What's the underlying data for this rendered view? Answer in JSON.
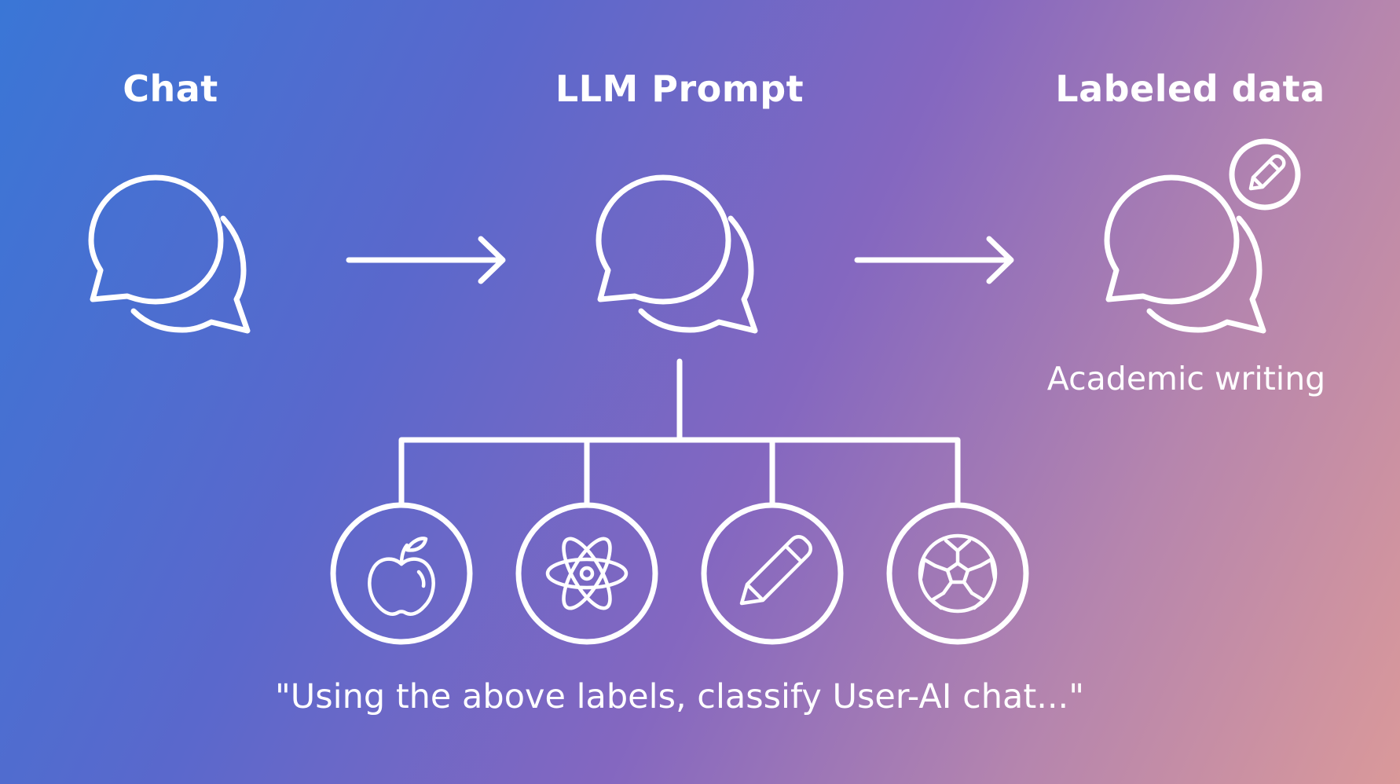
{
  "headings": {
    "chat": "Chat",
    "llm_prompt": "LLM Prompt",
    "labeled_data": "Labeled data"
  },
  "result_label": "Academic writing",
  "prompt_caption": "\"Using the above labels, classify User-AI chat...\"",
  "icons": {
    "chat": "chat-bubbles-icon",
    "prompt": "chat-bubbles-icon",
    "labeled": "chat-bubbles-icon",
    "label_badge": "pencil-icon",
    "categories": [
      "apple-icon",
      "atom-icon",
      "pencil-icon",
      "soccer-ball-icon"
    ]
  },
  "colors": {
    "gradient_start": "#3a76d6",
    "gradient_end": "#da999a",
    "foreground": "#ffffff"
  }
}
